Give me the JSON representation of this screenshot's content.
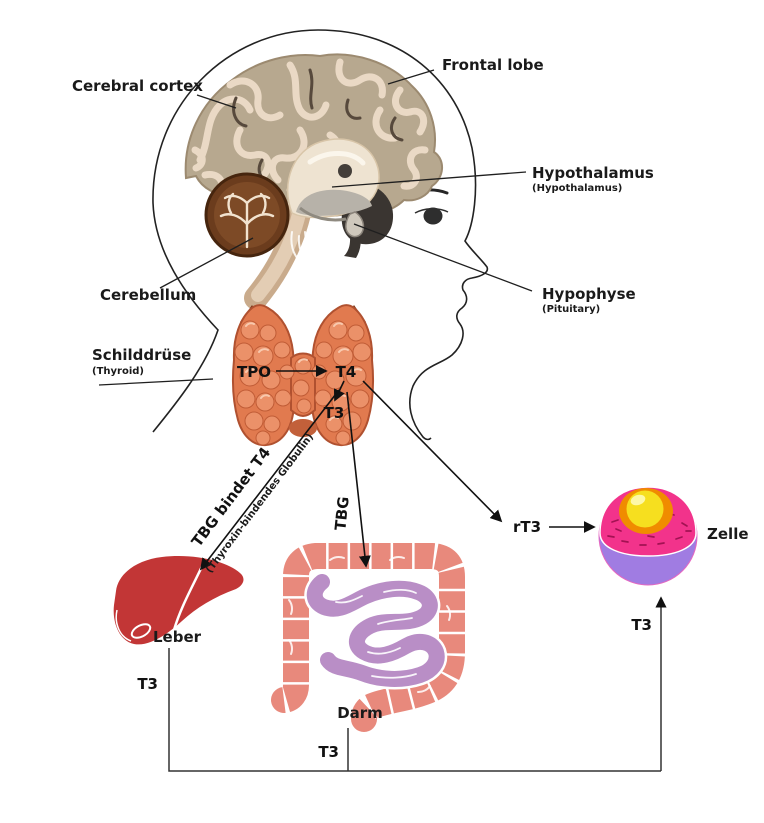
{
  "title": "Thyroid hormone pathway diagram (Schilddrüsenhormone)",
  "labels": {
    "cerebral_cortex": "Cerebral cortex",
    "frontal_lobe": "Frontal lobe",
    "hypothalamus": "Hypothalamus",
    "hypothalamus_sub": "(Hypothalamus)",
    "hypophyse": "Hypophyse",
    "hypophyse_sub": "(Pituitary)",
    "cerebellum": "Cerebellum",
    "schilddruese": "Schilddrüse",
    "schilddruese_sub": "(Thyroid)",
    "tpo": "TPO",
    "t4": "T4",
    "t3_thyroid": "T3",
    "tbg_bindet_t4": "TBG bindet T4",
    "tbg_bindet_t4_sub": "(Thyroxin-bindendes Globulin)",
    "tbg": "TBG",
    "rt3": "rT3",
    "zelle": "Zelle",
    "leber": "Leber",
    "darm": "Darm",
    "t3_from_leber": "T3",
    "t3_from_darm": "T3",
    "t3_to_zelle": "T3"
  },
  "colors": {
    "thyroid": "#e17a4f",
    "thyroid_outline": "#b05130",
    "liver": "#c23636",
    "colon": "#e8897c",
    "small_intestine": "#b98ec6",
    "cell_membrane_bottom": "#a07ce2",
    "cell_band": "#f2338b",
    "cell_ring": "#f08c00",
    "cell_nucleus": "#f6df1f",
    "cortex": "#b7a88f",
    "cerebellum": "#6b3c1d",
    "text": "#1a1a1a"
  }
}
